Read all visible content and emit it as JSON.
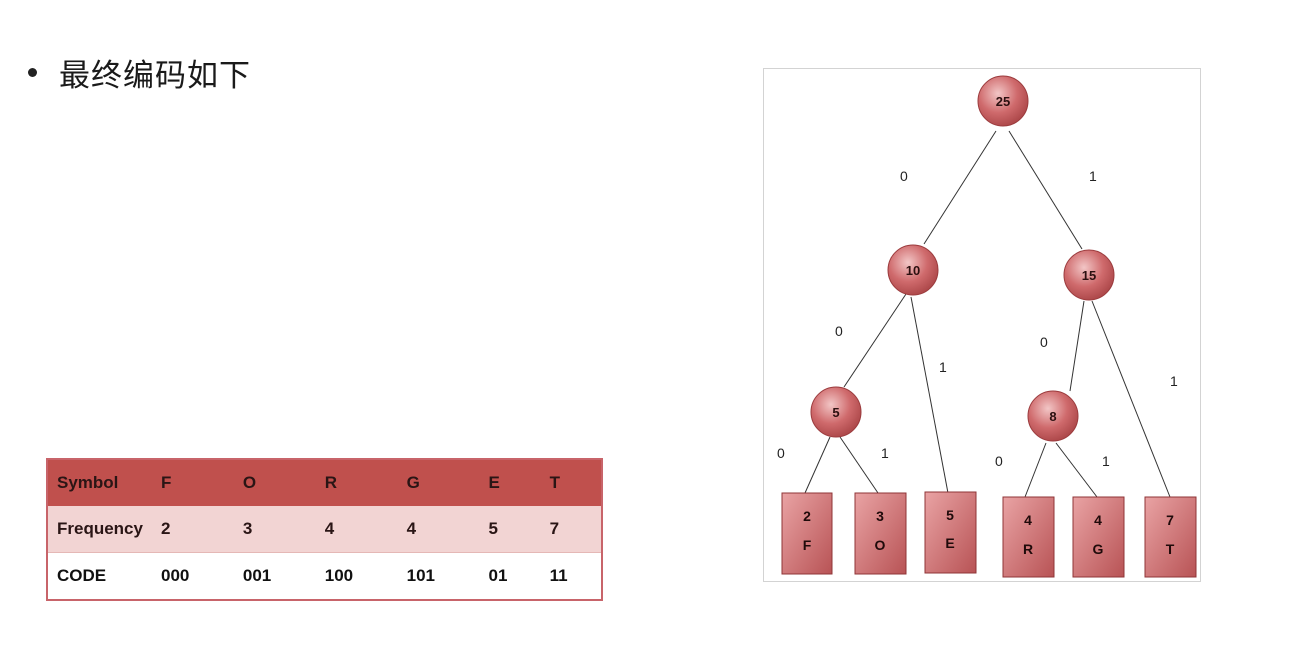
{
  "heading": {
    "text": "最终编码如下"
  },
  "table": {
    "rows": [
      {
        "header": "Symbol",
        "values": [
          "F",
          "O",
          "R",
          "G",
          "E",
          "T"
        ]
      },
      {
        "header": "Frequency",
        "values": [
          "2",
          "3",
          "4",
          "4",
          "5",
          "7"
        ]
      },
      {
        "header": "CODE",
        "values": [
          "000",
          "001",
          "100",
          "101",
          "01",
          "11"
        ]
      }
    ]
  },
  "tree": {
    "nodes": {
      "root": "25",
      "left": "10",
      "right": "15",
      "left_left": "5",
      "right_left": "8"
    },
    "leaves": {
      "F": {
        "freq": "2",
        "symbol": "F"
      },
      "O": {
        "freq": "3",
        "symbol": "O"
      },
      "E": {
        "freq": "5",
        "symbol": "E"
      },
      "R": {
        "freq": "4",
        "symbol": "R"
      },
      "G": {
        "freq": "4",
        "symbol": "G"
      },
      "T": {
        "freq": "7",
        "symbol": "T"
      }
    },
    "edge_labels": {
      "root_left": "0",
      "root_right": "1",
      "n10_left": "0",
      "n10_right": "1",
      "n15_left": "0",
      "n15_right": "1",
      "n5_left": "0",
      "n5_right": "1",
      "n8_left": "0",
      "n8_right": "1"
    },
    "colors": {
      "node_fill": "#c85a5c",
      "node_stroke": "#9b3b3d",
      "table_header": "#c0504d",
      "table_band": "#f2d4d3",
      "table_border": "#c8646a"
    }
  }
}
